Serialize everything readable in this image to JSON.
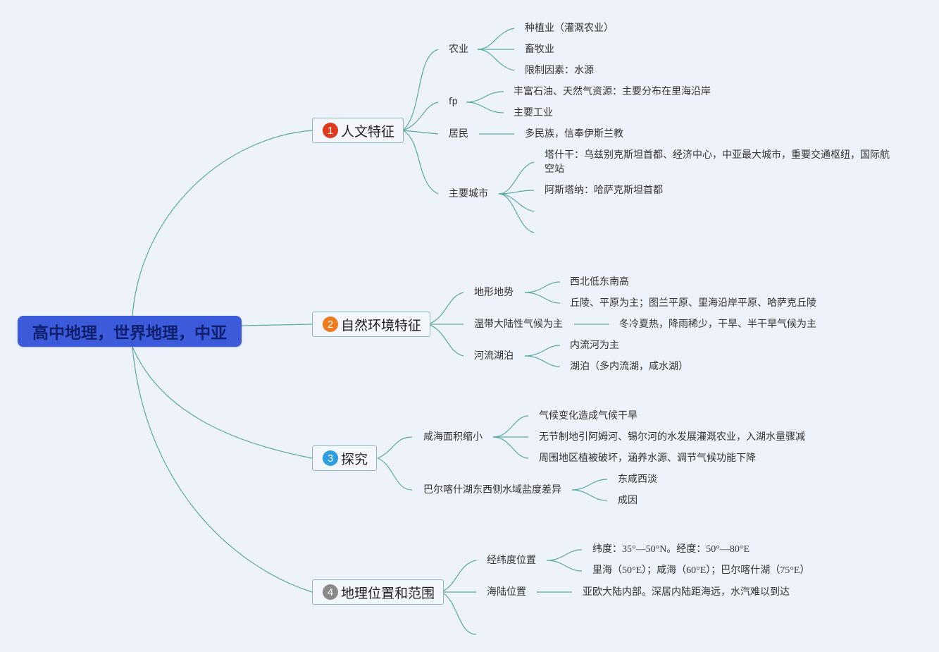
{
  "root": "高中地理，世界地理，中亚",
  "colors": {
    "badge1": "#e03a1e",
    "badge2": "#f07b1c",
    "badge3": "#2b9de0",
    "badge4": "#8a8a8a",
    "link": "#5aa9a0"
  },
  "b1": {
    "badge": "1",
    "label": "人文特征",
    "agri": {
      "label": "农业",
      "items": [
        "种植业（灌溉农业）",
        "畜牧业",
        "限制因素：水源"
      ]
    },
    "fp": {
      "label": "fp",
      "items": [
        "丰富石油、天然气资源：主要分布在里海沿岸",
        "主要工业"
      ]
    },
    "res": {
      "label": "居民",
      "item": "多民族，信奉伊斯兰教"
    },
    "city": {
      "label": "主要城市",
      "items": [
        "塔什干：乌兹别克斯坦首都、经济中心，中亚最大城市，重要交通枢纽，国际航空站",
        "阿斯塔纳：哈萨克斯坦首都"
      ]
    }
  },
  "b2": {
    "badge": "2",
    "label": "自然环境特征",
    "terrain": {
      "label": "地形地势",
      "items": [
        "西北低东南高",
        "丘陵、平原为主；图兰平原、里海沿岸平原、哈萨克丘陵"
      ]
    },
    "climate": {
      "label": "温带大陆性气候为主",
      "item": "冬冷夏热，降雨稀少，干旱、半干旱气候为主"
    },
    "rivers": {
      "label": "河流湖泊",
      "items": [
        "内流河为主",
        "湖泊（多内流湖，咸水湖）"
      ]
    }
  },
  "b3": {
    "badge": "3",
    "label": "探究",
    "shrink": {
      "label": "咸海面积缩小",
      "items": [
        "气候变化造成气候干旱",
        "无节制地引阿姆河、锡尔河的水发展灌溉农业，入湖水量骤减",
        "周围地区植被破坏，涵养水源、调节气候功能下降"
      ]
    },
    "balkhash": {
      "label": "巴尔喀什湖东西侧水域盐度差异",
      "items": [
        "东咸西淡",
        "成因"
      ]
    }
  },
  "b4": {
    "badge": "4",
    "label": "地理位置和范围",
    "latlon": {
      "label": "经纬度位置",
      "items": [
        "纬度：35°—50°N。经度：50°—80°E",
        "里海（50°E）；咸海（60°E）；巴尔喀什湖（75°E）"
      ]
    },
    "sea": {
      "label": "海陆位置",
      "item": "亚欧大陆内部。深居内陆距海远，水汽难以到达"
    }
  }
}
